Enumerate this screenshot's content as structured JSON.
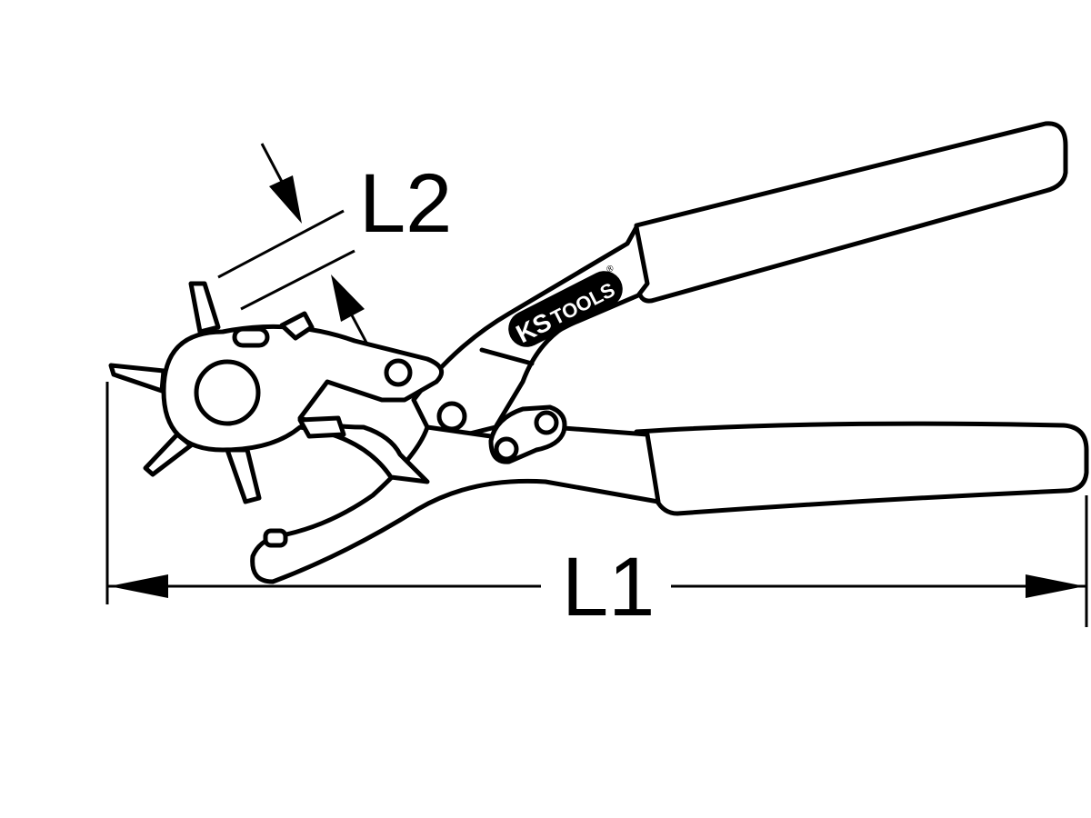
{
  "dimensions": {
    "length_label": "L1",
    "jaw_label": "L2"
  },
  "logo": {
    "text_ks": "KS",
    "text_tools": "TOOLS",
    "mark": "®"
  },
  "colors": {
    "line": "#000000",
    "background": "#ffffff"
  }
}
